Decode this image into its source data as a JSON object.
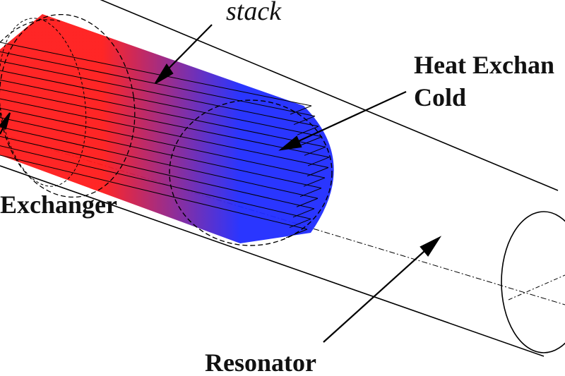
{
  "labels": {
    "stack": "stack",
    "cold_hx_line1": "Heat Exchan",
    "cold_hx_line2": "Cold",
    "hot_hx": "Exchanger",
    "resonator": "Resonator"
  },
  "colors": {
    "hot": "#ff1a1a",
    "cold": "#1f2bff",
    "outline": "#000000",
    "background": "#ffffff"
  },
  "stack_plate_count": 13
}
